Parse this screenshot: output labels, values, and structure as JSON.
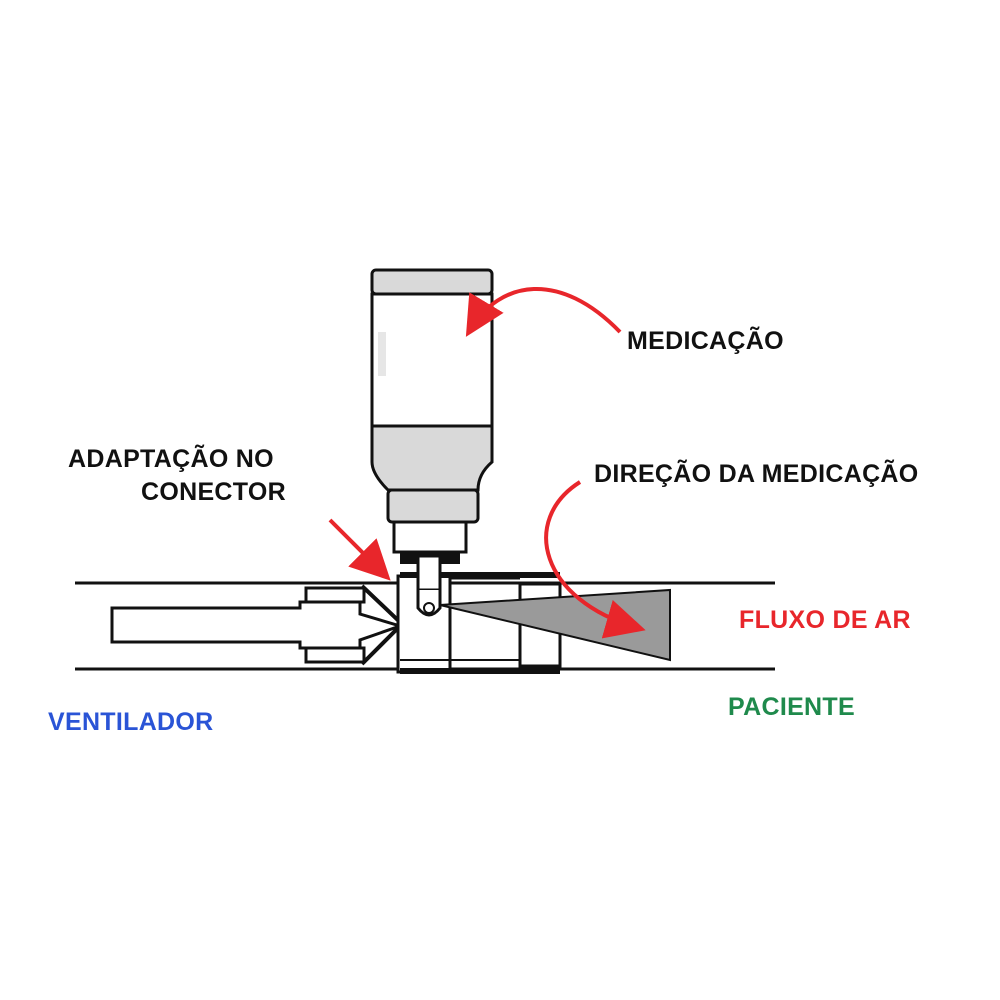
{
  "labels": {
    "medicacao": "MEDICAÇÃO",
    "adaptacao_line1": "ADAPTAÇÃO NO",
    "adaptacao_line2": "CONECTOR",
    "direcao": "DIREÇÃO DA MEDICAÇÃO",
    "fluxo": "FLUXO DE AR",
    "paciente": "PACIENTE",
    "ventilador": "VENTILADOR"
  },
  "colors": {
    "arrow": "#e8262b",
    "fluxo_text": "#e8262b",
    "paciente_text": "#1f8a4c",
    "ventilador_text": "#2a54d6",
    "label_text": "#111111",
    "outline": "#111111",
    "canister_fill": "#d9d9d9",
    "spray_fill": "#9a9a9a"
  },
  "icons": [
    "aerosol-canister-icon",
    "spray-cone-icon",
    "flow-arrow-icon"
  ]
}
